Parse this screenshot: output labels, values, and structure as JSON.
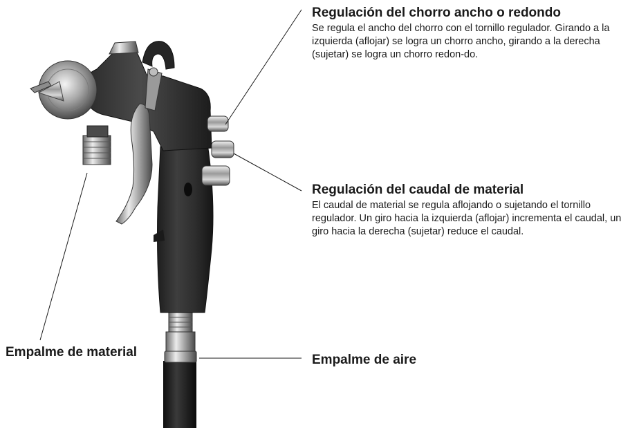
{
  "callouts": {
    "fan_adjustment": {
      "title": "Regulación del chorro ancho o redondo",
      "body": "Se regula el ancho del chorro con el tornillo regulador. Girando a la izquierda (aflojar) se logra un chorro ancho, girando a la derecha (sujetar) se logra un chorro redon-do."
    },
    "material_flow": {
      "title": "Regulación del caudal de material",
      "body": "El caudal de material se regula aflojando o sujetando el tornillo regulador. Un giro hacia la izquierda (aflojar) incrementa el caudal, un giro hacia la derecha (sujetar) reduce el caudal."
    }
  },
  "labels": {
    "material_connection": "Empalme de material",
    "air_connection": "Empalme de aire"
  }
}
